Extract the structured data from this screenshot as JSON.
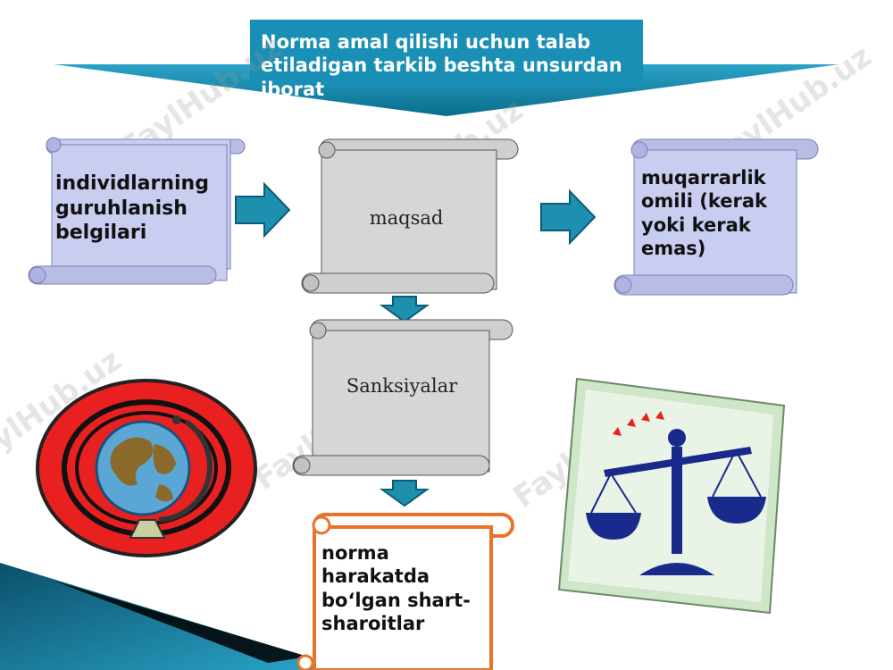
{
  "banner": {
    "title": "Norma amal qilishi uchun talab etiladigan  tarkib beshta unsurdan iborat"
  },
  "scrolls": {
    "left": "individlarning guruhlanish belgilari",
    "center": "maqsad",
    "right": "muqarrarlik omili (kerak yoki kerak emas)",
    "middle": "Sanksiyalar",
    "bottom": "norma harakatda bo‘lgan shart-sharoitlar"
  },
  "watermark": "FaylHub.uz",
  "colors": {
    "banner_dark": "#0a6d8c",
    "banner_light": "#2aa3c7",
    "arrow": "#1f8fb0",
    "scroll_blue": "#c9cdf0",
    "scroll_gray": "#d9d9d9",
    "scroll_orange_border": "#e8742a",
    "globe_red": "#e82020",
    "scales_blue": "#1a2a8c"
  },
  "icons": [
    "globe-icon",
    "scales-of-justice-icon",
    "arrow-right-icon",
    "arrow-down-icon"
  ]
}
